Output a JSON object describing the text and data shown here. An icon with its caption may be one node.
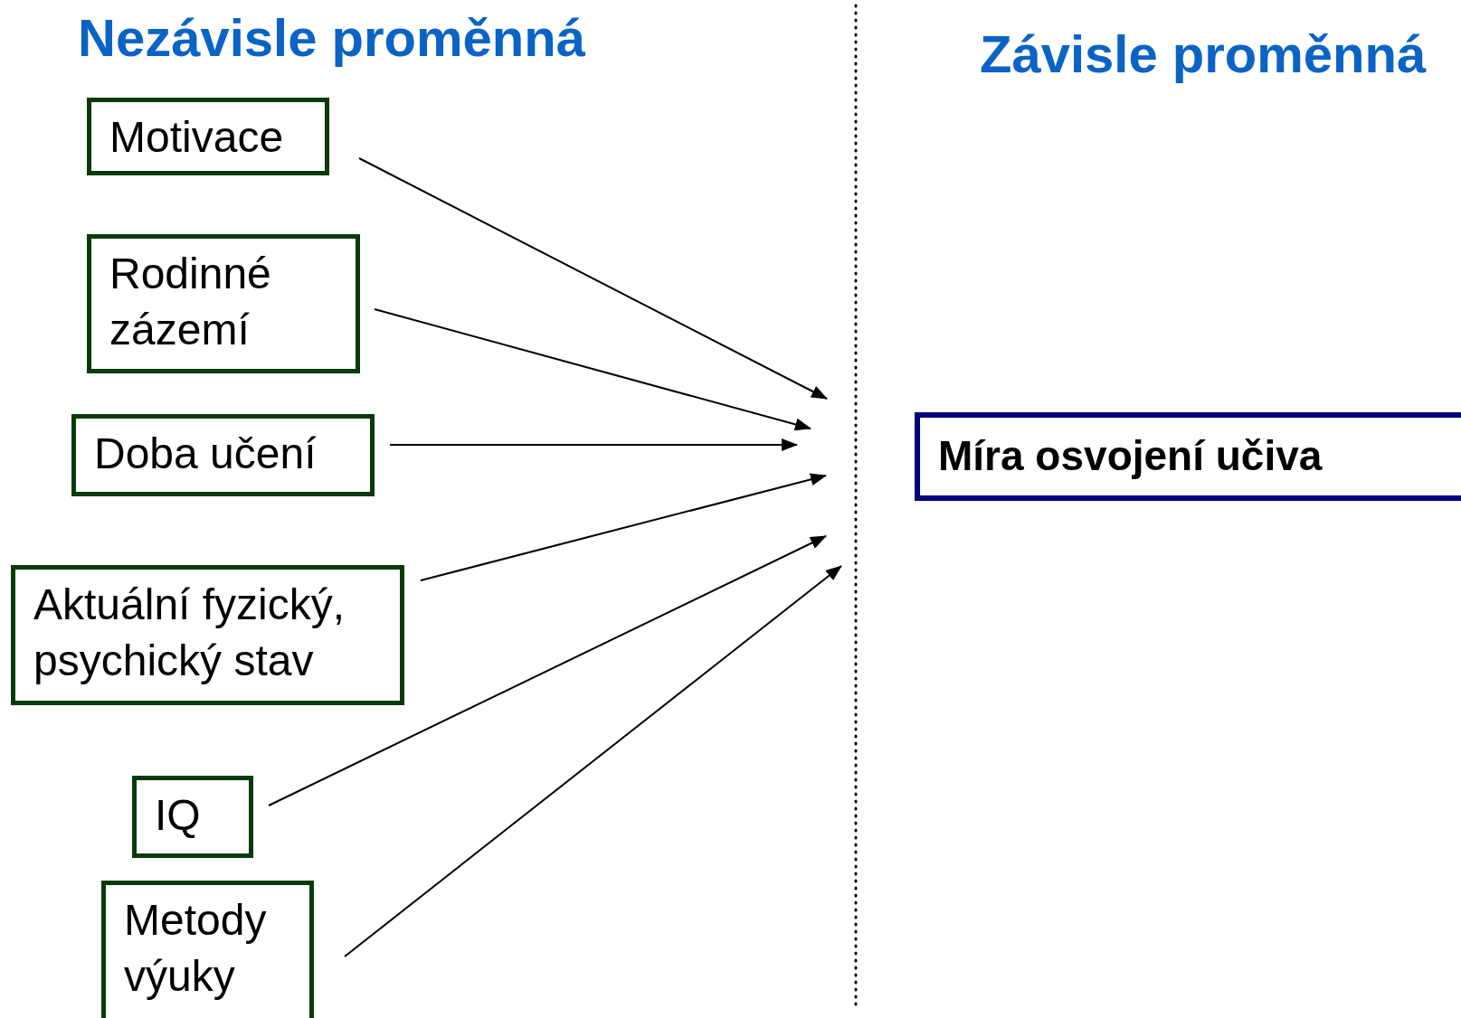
{
  "diagram": {
    "nodes": [
      {
        "text": [
          "Motivace"
        ]
      },
      {
        "text": [
          "Rodinné zázemí"
        ]
      },
      {
        "text": [
          "Doba učení"
        ]
      },
      {
        "text": [
          "Aktuální fyzický, psychický stav"
        ]
      },
      {
        "text": [
          "IQ"
        ]
      },
      {
        "text": [
          "Metody výuky"
        ]
      },
      {
        "text": [
          "Míra osvojení učiva"
        ]
      }
    ],
    "edges": [
      {
        "from": 0,
        "to": null,
        "arrow": "to"
      },
      {
        "from": 1,
        "to": null,
        "arrow": "to"
      },
      {
        "from": 2,
        "to": null,
        "arrow": "to"
      },
      {
        "from": 3,
        "to": null,
        "arrow": "to"
      },
      {
        "from": 4,
        "to": null,
        "arrow": "to"
      },
      {
        "from": 5,
        "to": null,
        "arrow": "to"
      }
    ],
    "labels": [
      "Nezávisle proměnná",
      "Závisle proměnná"
    ]
  }
}
